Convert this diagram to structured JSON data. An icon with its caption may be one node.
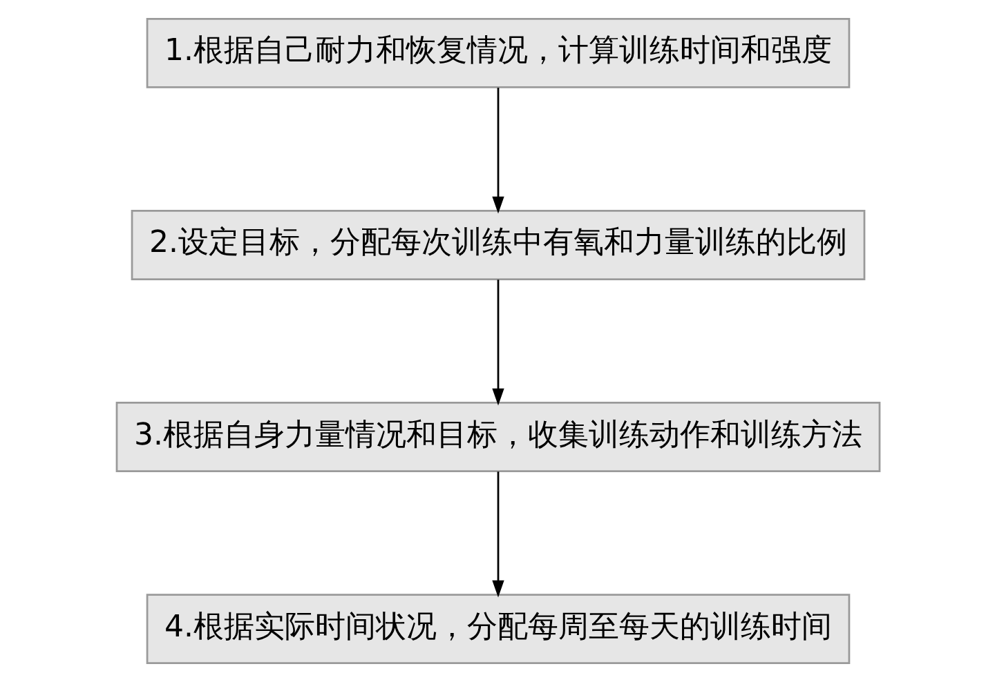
{
  "diagram": {
    "nodes": [
      {
        "text": [
          "1.根据自己耐力和恢复情况，计算训练时间和强度"
        ]
      },
      {
        "text": [
          "2.设定目标，分配每次训练中有氧和力量训练的比例"
        ]
      },
      {
        "text": [
          "3.根据自身力量情况和目标，收集训练动作和训练方法"
        ]
      },
      {
        "text": [
          "4.根据实际时间状况，分配每周至每天的训练时间"
        ]
      }
    ],
    "edges": [
      {
        "from": 0,
        "to": 1,
        "arrow": "to"
      },
      {
        "from": 1,
        "to": 2,
        "arrow": "to"
      },
      {
        "from": 2,
        "to": 3,
        "arrow": "to"
      }
    ]
  }
}
